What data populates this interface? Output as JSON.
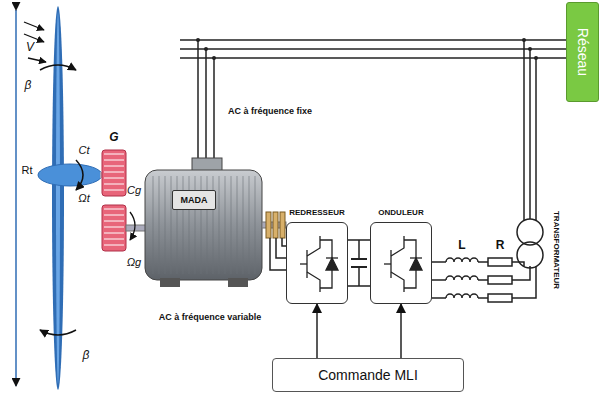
{
  "diagram": {
    "nodes": [
      {
        "text": [
          "Réseau"
        ]
      },
      {
        "text": [
          "MADA"
        ]
      },
      {
        "text": [
          "REDRESSEUR"
        ]
      },
      {
        "text": [
          "ONDULEUR"
        ]
      },
      {
        "text": [
          "Commande MLI"
        ]
      }
    ],
    "edges": [
      {
        "from": 2,
        "to": 3,
        "arrow": "none"
      },
      {
        "from": 4,
        "to": 2,
        "arrow": "to"
      },
      {
        "from": 4,
        "to": 3,
        "arrow": "to"
      }
    ],
    "labels": [
      "AC à fréquence fixe",
      "AC à fréquence variable",
      "L",
      "R",
      "TRANSFORMATEUR",
      "G",
      "Ct",
      "Ωt",
      "Cg",
      "Ωg",
      "Rt",
      "β",
      "β",
      "V"
    ]
  }
}
